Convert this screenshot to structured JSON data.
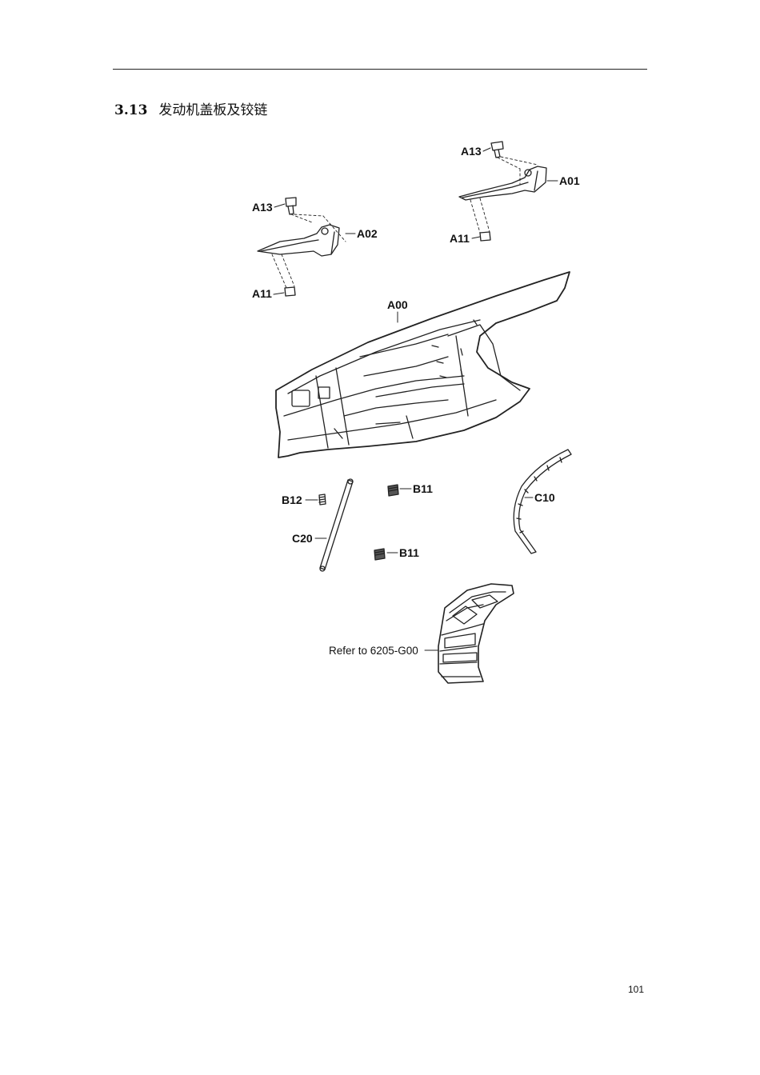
{
  "section": {
    "number": "3.13",
    "title": "发动机盖板及铰链"
  },
  "labels": {
    "A13_right": "A13",
    "A01": "A01",
    "A11_right": "A11",
    "A13_left": "A13",
    "A02": "A02",
    "A11_left": "A11",
    "A00": "A00",
    "B12": "B12",
    "B11_top": "B11",
    "C10": "C10",
    "C20": "C20",
    "B11_bottom": "B11",
    "refer": "Refer to 6205-G00"
  },
  "page_number": "101"
}
